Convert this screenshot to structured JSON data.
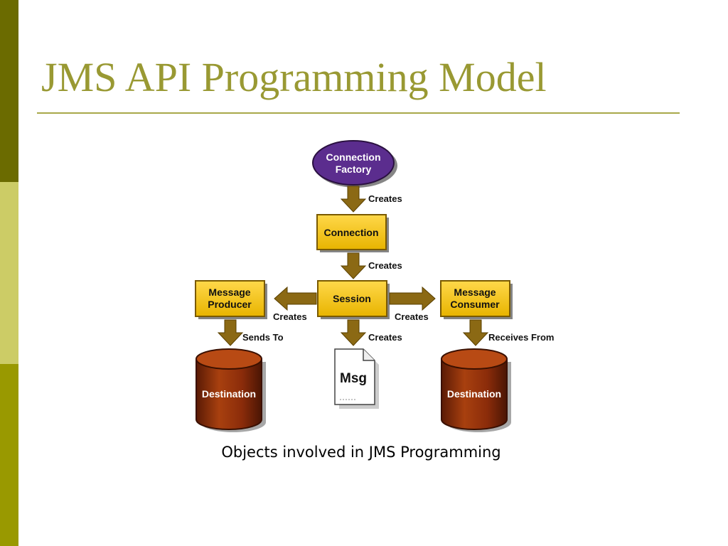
{
  "slide": {
    "title": "JMS API Programming Model",
    "caption": "Objects involved in JMS Programming"
  },
  "colors": {
    "accent_dark": "#6b6b00",
    "accent_light": "#cccc66",
    "accent_mid": "#999900",
    "title": "#999933",
    "box_fill": "#f5c518",
    "factory_fill": "#5b2d8e",
    "destination_fill": "#8b2c0a",
    "arrow_fill": "#8b6914"
  },
  "diagram": {
    "nodes": {
      "connection_factory": {
        "line1": "Connection",
        "line2": "Factory"
      },
      "connection": {
        "label": "Connection"
      },
      "session": {
        "label": "Session"
      },
      "message_producer": {
        "line1": "Message",
        "line2": "Producer"
      },
      "message_consumer": {
        "line1": "Message",
        "line2": "Consumer"
      },
      "destination_left": {
        "label": "Destination"
      },
      "destination_right": {
        "label": "Destination"
      },
      "msg": {
        "label": "Msg"
      }
    },
    "edges": {
      "factory_to_connection": "Creates",
      "connection_to_session": "Creates",
      "session_to_producer": "Creates",
      "session_to_consumer": "Creates",
      "session_to_msg": "Creates",
      "producer_to_destination": "Sends To",
      "consumer_from_destination": "Receives From"
    }
  }
}
